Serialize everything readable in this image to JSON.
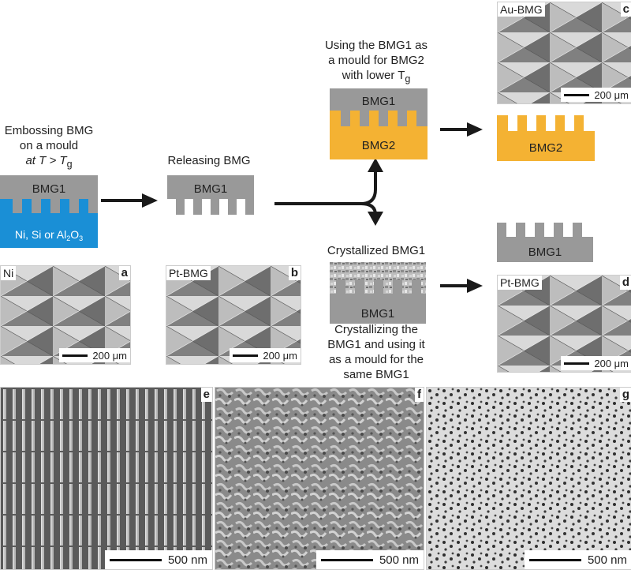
{
  "step_embossing": {
    "line1": "Embossing BMG",
    "line2": "on a mould",
    "line3_prefix": "at T > T",
    "line3_sub": "g"
  },
  "step_releasing": {
    "text": "Releasing BMG"
  },
  "step_mould_bmg2": {
    "line1": "Using the BMG1 as",
    "line2": "a mould for BMG2",
    "line3_prefix": "with lower T",
    "line3_sub": "g"
  },
  "step_crystallized": {
    "title": "Crystallized BMG1",
    "line1": "Crystallizing the",
    "line2": "BMG1 and using it",
    "line3": "as a mould for the",
    "line4": "same BMG1"
  },
  "block_labels": {
    "bmg1": "BMG1",
    "bmg2": "BMG2",
    "mould_prefix": "Ni, Si or Al",
    "mould_sub1": "2",
    "mould_mid": "O",
    "mould_sub2": "3"
  },
  "panels": {
    "a": {
      "letter": "a",
      "tag": "Ni",
      "scale": "200 μm"
    },
    "b": {
      "letter": "b",
      "tag": "Pt-BMG",
      "scale": "200 μm"
    },
    "c": {
      "letter": "c",
      "tag": "Au-BMG",
      "scale": "200 μm"
    },
    "d": {
      "letter": "d",
      "tag": "Pt-BMG",
      "scale": "200 μm"
    },
    "e": {
      "letter": "e",
      "scale": "500 nm"
    },
    "f": {
      "letter": "f",
      "scale": "500 nm"
    },
    "g": {
      "letter": "g",
      "scale": "500 nm"
    }
  },
  "colors": {
    "bmg_gray": "#999999",
    "mould_blue": "#1a8fd6",
    "bmg2_orange": "#f4b233",
    "arrow": "#1a1a1a"
  }
}
